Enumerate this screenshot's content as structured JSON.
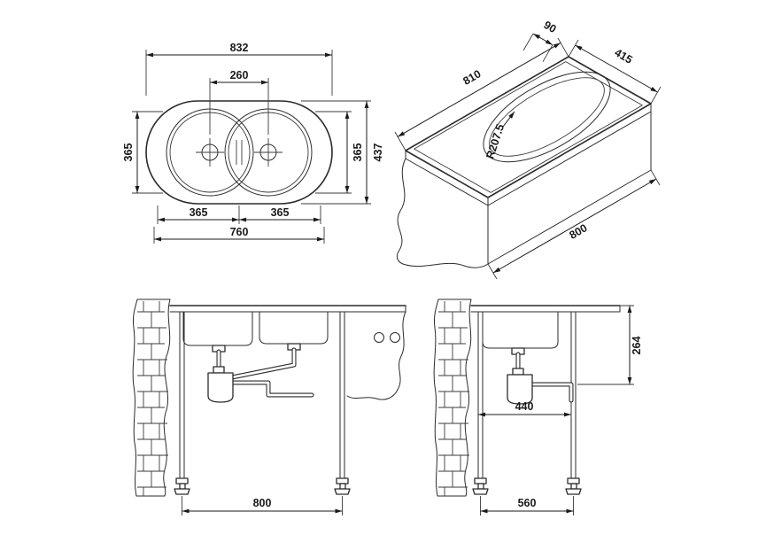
{
  "drawing": {
    "top_view": {
      "total_width": "832",
      "center_distance": "260",
      "left_depth": "365",
      "right_depth": "365",
      "total_depth": "437",
      "bottom_left": "365",
      "bottom_right": "365",
      "bottom_width": "760"
    },
    "iso_view": {
      "edge_offset": "90",
      "top_width": "415",
      "top_length": "810",
      "bowl_radius": "R207.5",
      "base_length": "800"
    },
    "front_view": {
      "base_width": "800"
    },
    "side_view": {
      "mount_depth": "264",
      "trap_offset": "440",
      "base_depth": "560"
    }
  }
}
